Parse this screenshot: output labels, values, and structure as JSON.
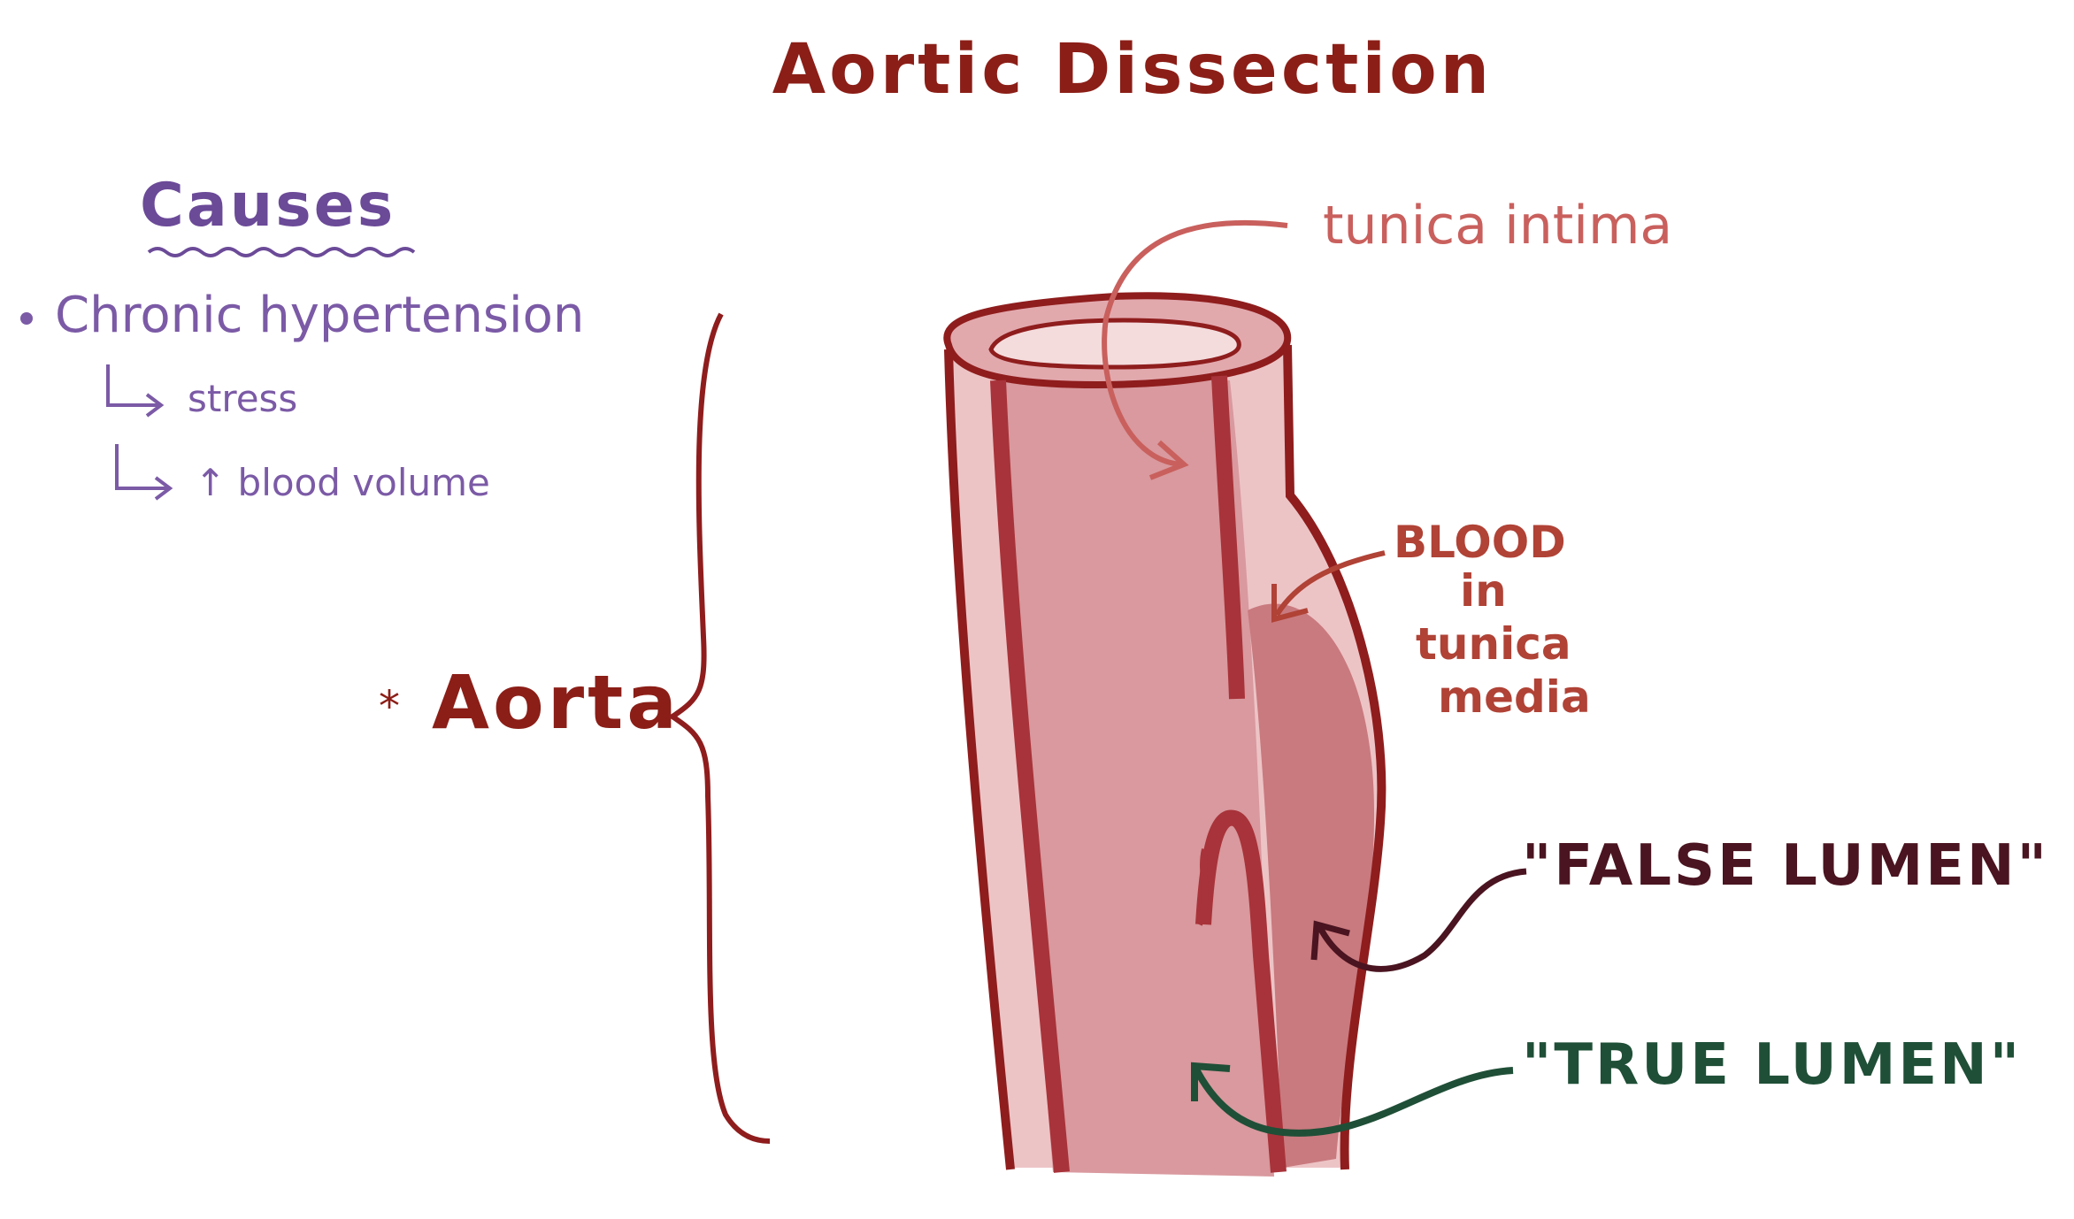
{
  "title": "Aortic Dissection",
  "causes": {
    "heading": "Causes",
    "items": [
      {
        "label": "Chronic hypertension",
        "sub_items": [
          "stress",
          "↑ blood volume"
        ]
      }
    ]
  },
  "aorta": {
    "label": "Aorta",
    "marker": "*"
  },
  "labels": {
    "tunica_intima": "tunica intima",
    "blood_in_media": [
      "BLOOD",
      "in",
      "tunica",
      "media"
    ],
    "false_lumen": "\"FALSE LUMEN\"",
    "true_lumen": "\"TRUE LUMEN\""
  },
  "colors": {
    "title": "#8b1e17",
    "causes": "#7b5aa6",
    "aorta_label": "#8b1e17",
    "vessel_outline": "#8f1d1d",
    "vessel_fill": "#e8b7b9",
    "vessel_inner": "#d48f94",
    "false_lumen_fill": "#c97a7f",
    "intima_label": "#c9605d",
    "media_label": "#b04236",
    "false_lumen_label": "#4a1420",
    "true_lumen_label": "#1f4f37"
  }
}
